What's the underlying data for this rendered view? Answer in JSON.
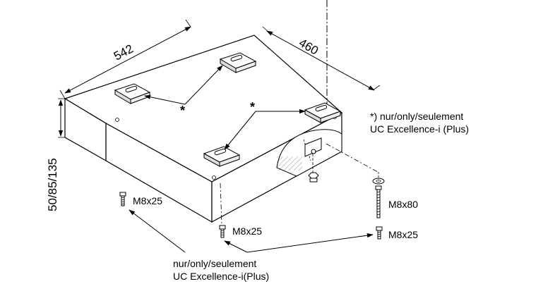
{
  "dimensions": {
    "width": "542",
    "depth": "460",
    "height": "50/85/135"
  },
  "asterisk_marks": [
    "*",
    "*"
  ],
  "note_top_right": {
    "line1": "*) nur/only/seulement",
    "line2": "UC Excellence-i (Plus)"
  },
  "note_bottom": {
    "line1": "nur/only/seulement",
    "line2": "UC Excellence-i(Plus)"
  },
  "screws": {
    "left": "M8x25",
    "center": "M8x25",
    "right_long": "M8x80",
    "right_short": "M8x25"
  }
}
